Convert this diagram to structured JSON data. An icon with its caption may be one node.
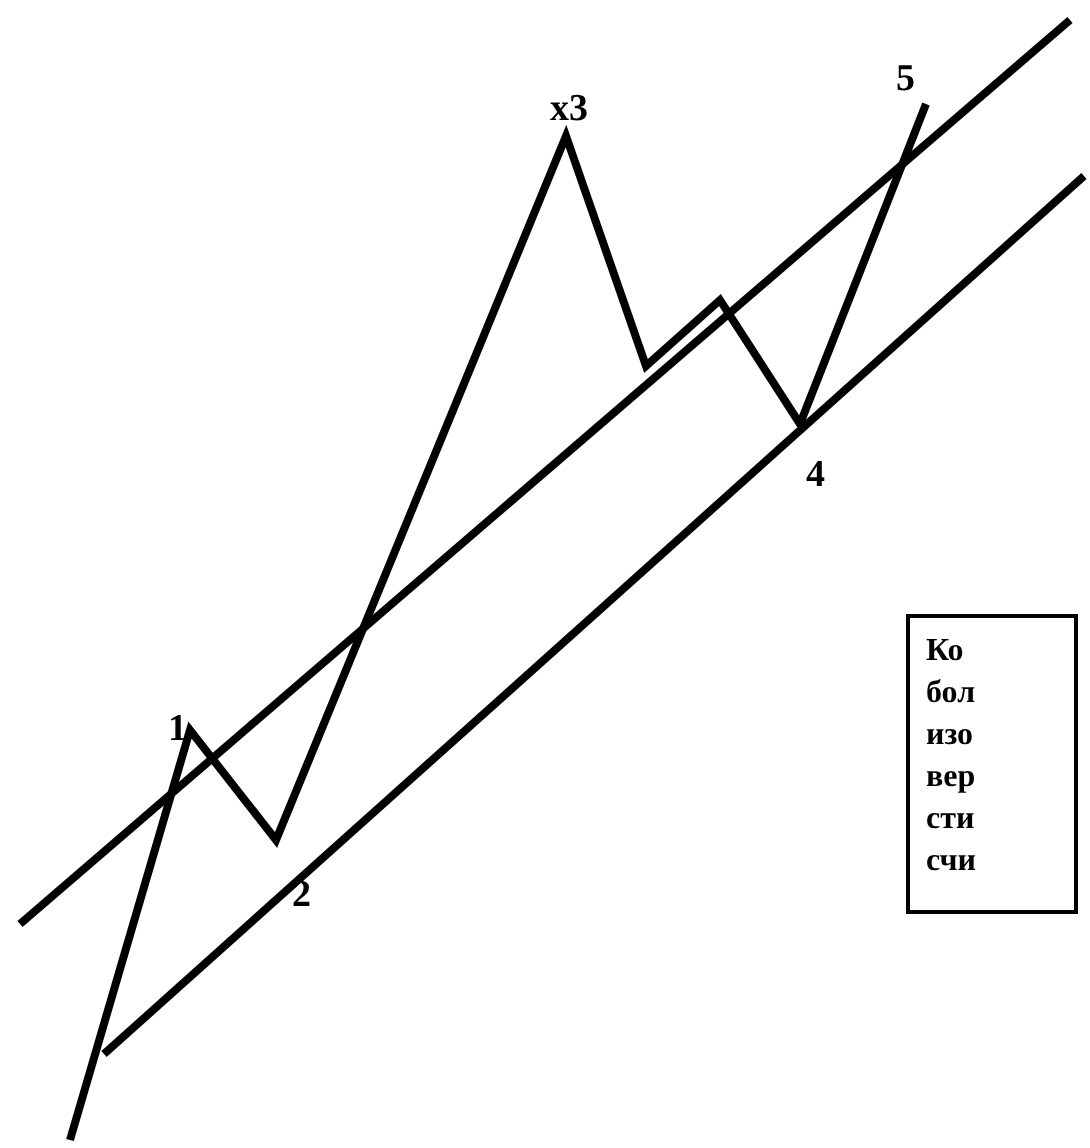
{
  "diagram": {
    "nodes": [
      {
        "text": [
          "Ко бол изо вер сти счи"
        ]
      }
    ],
    "labels": [
      "x3",
      "5",
      "4",
      "1",
      "2"
    ]
  }
}
